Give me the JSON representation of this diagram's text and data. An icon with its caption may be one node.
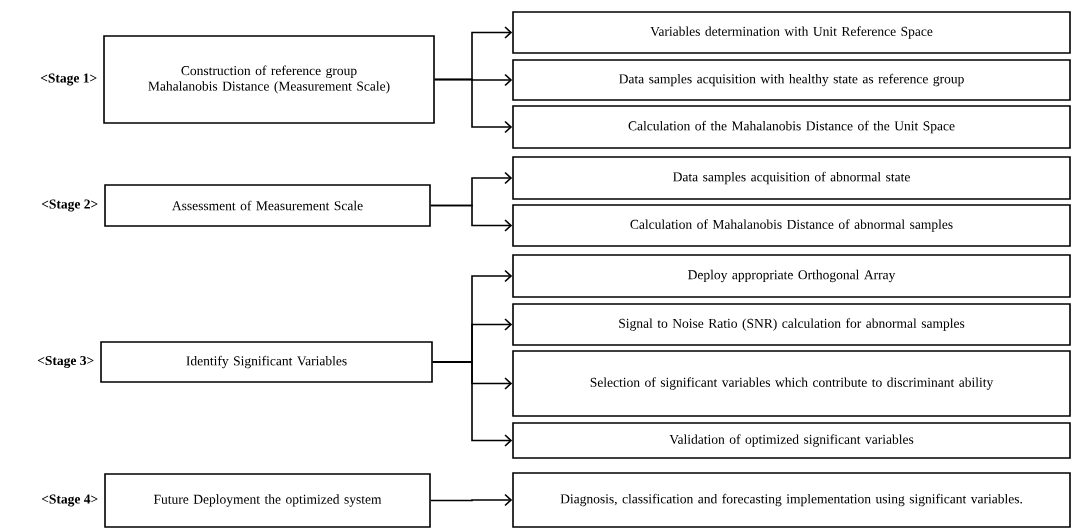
{
  "diagram": {
    "nodes": [
      {
        "text": [
          "Construction of reference group Mahalanobis Distance (Measurement Scale)"
        ],
        "beside": [
          "<Stage 1>"
        ]
      },
      {
        "text": [
          "Variables determination with Unit Reference Space"
        ]
      },
      {
        "text": [
          "Data samples acquisition with healthy state as reference group"
        ]
      },
      {
        "text": [
          "Calculation of the Mahalanobis Distance of the Unit Space"
        ]
      },
      {
        "text": [
          "Assessment of Measurement Scale"
        ],
        "beside": [
          "<Stage 2>"
        ]
      },
      {
        "text": [
          "Data samples acquisition of abnormal state"
        ]
      },
      {
        "text": [
          "Calculation of Mahalanobis Distance of abnormal samples"
        ]
      },
      {
        "text": [
          "Identify Significant Variables"
        ],
        "beside": [
          "<Stage 3>"
        ]
      },
      {
        "text": [
          "Deploy appropriate Orthogonal Array"
        ]
      },
      {
        "text": [
          "Signal to Noise Ratio (SNR) calculation for abnormal samples"
        ]
      },
      {
        "text": [
          "Selection of significant variables which contribute to discriminant ability"
        ]
      },
      {
        "text": [
          "Validation of optimized significant variables"
        ]
      },
      {
        "text": [
          "Future Deployment the optimized system"
        ],
        "beside": [
          "<Stage 4>"
        ]
      },
      {
        "text": [
          "Diagnosis, classification and forecasting implementation using significant variables."
        ]
      }
    ],
    "edges": [
      {
        "from": 0,
        "to": 1,
        "arrow": "to"
      },
      {
        "from": 0,
        "to": 2,
        "arrow": "to"
      },
      {
        "from": 0,
        "to": 3,
        "arrow": "to"
      },
      {
        "from": 4,
        "to": 5,
        "arrow": "to"
      },
      {
        "from": 4,
        "to": 6,
        "arrow": "to"
      },
      {
        "from": 7,
        "to": 8,
        "arrow": "to"
      },
      {
        "from": 7,
        "to": 9,
        "arrow": "to"
      },
      {
        "from": 7,
        "to": 10,
        "arrow": "to"
      },
      {
        "from": 7,
        "to": 11,
        "arrow": "to"
      },
      {
        "from": 12,
        "to": 13,
        "arrow": "to"
      }
    ]
  }
}
